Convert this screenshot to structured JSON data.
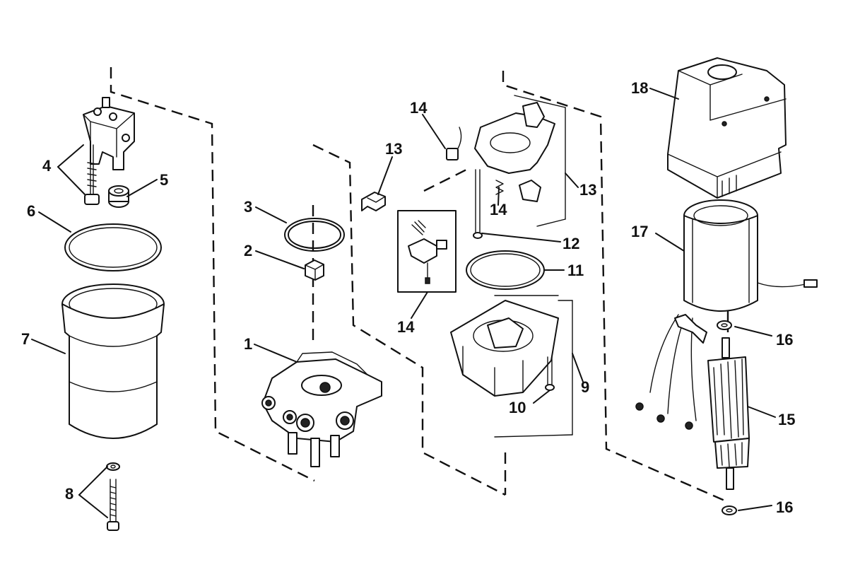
{
  "diagram": {
    "labels": {
      "p1": "1",
      "p2": "2",
      "p3": "3",
      "p4": "4",
      "p5": "5",
      "p6": "6",
      "p7": "7",
      "p8": "8",
      "p9": "9",
      "p10": "10",
      "p11": "11",
      "p12": "12",
      "p13a": "13",
      "p13b": "13",
      "p14a": "14",
      "p14b": "14",
      "p14c": "14",
      "p15": "15",
      "p16a": "16",
      "p16b": "16",
      "p17": "17",
      "p18": "18"
    }
  }
}
